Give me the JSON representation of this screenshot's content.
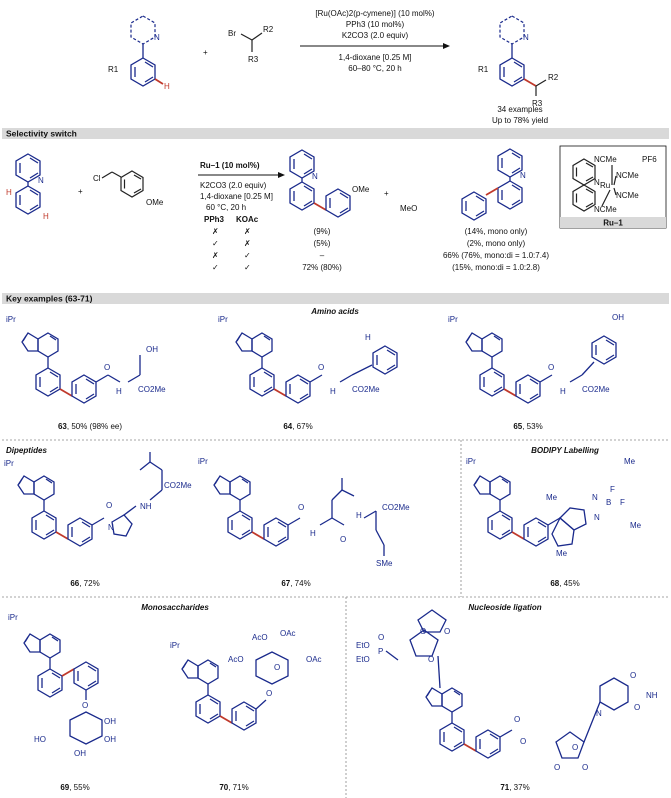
{
  "top_scheme": {
    "conditions": [
      "[Ru(OAc)2(p-cymene)] (10 mol%)",
      "PPh3 (10 mol%)",
      "K2CO3 (2.0 equiv)",
      "1,4-dioxane [0.25 M]",
      "60–80 °C, 20 h"
    ],
    "reagent_label_r1": "R1",
    "reagent_label_h": "H",
    "reagent_label_br": "Br",
    "reagent_label_r2": "R2",
    "reagent_label_r3": "R3",
    "plus": "+",
    "summary_1": "34 examples",
    "summary_2": "Up to 78% yield"
  },
  "selectivity": {
    "header": "Selectivity switch",
    "conditions": [
      "Ru–1 (10 mol%)",
      "K2CO3 (2.0 equiv)",
      "1,4-dioxane [0.25 M]",
      "60 °C, 20 h"
    ],
    "col_pph3": "PPh3",
    "col_koac": "KOAc",
    "rows": [
      {
        "pph3": "✗",
        "koac": "✗",
        "meta": "(9%)",
        "ortho": "(14%, mono only)"
      },
      {
        "pph3": "✓",
        "koac": "✗",
        "meta": "(5%)",
        "ortho": "(2%, mono only)"
      },
      {
        "pph3": "✗",
        "koac": "✓",
        "meta": "–",
        "ortho": "66% (76%, mono:di = 1.0:7.4)"
      },
      {
        "pph3": "✓",
        "koac": "✓",
        "meta": "72% (80%)",
        "ortho": "(15%, mono:di = 1.0:2.8)"
      }
    ],
    "label_cl": "Cl",
    "label_ome": "OMe",
    "label_meo": "MeO",
    "catalyst_name": "Ru–1",
    "catalyst_ligands": [
      "NCMe",
      "NCMe",
      "NCMe",
      "NCMe"
    ],
    "catalyst_counterion": "PF6",
    "catalyst_metal": "Ru"
  },
  "key_examples": {
    "header": "Key examples (63-71)",
    "sections": {
      "amino_acids": "Amino acids",
      "dipeptides": "Dipeptides",
      "bodipy": "BODIPY Labelling",
      "monosaccharides": "Monosaccharides",
      "nucleoside": "Nucleoside ligation"
    },
    "compounds": [
      {
        "id": "63",
        "yield": ", 50% (98% ee)"
      },
      {
        "id": "64",
        "yield": ", 67%"
      },
      {
        "id": "65",
        "yield": ", 53%"
      },
      {
        "id": "66",
        "yield": ", 72%"
      },
      {
        "id": "67",
        "yield": ", 74%"
      },
      {
        "id": "68",
        "yield": ", 45%"
      },
      {
        "id": "69",
        "yield": ", 55%"
      },
      {
        "id": "70",
        "yield": ", 71%"
      },
      {
        "id": "71",
        "yield": ", 37%"
      }
    ],
    "atoms": {
      "ipr": "iPr",
      "n": "N",
      "oh": "OH",
      "o": "O",
      "co2me": "CO2Me",
      "h": "H",
      "nh": "NH",
      "sme": "SMe",
      "me": "Me",
      "f": "F",
      "b": "B",
      "ho": "HO",
      "oac": "OAc",
      "aco": "AcO",
      "eto": "EtO",
      "p": "P"
    }
  }
}
